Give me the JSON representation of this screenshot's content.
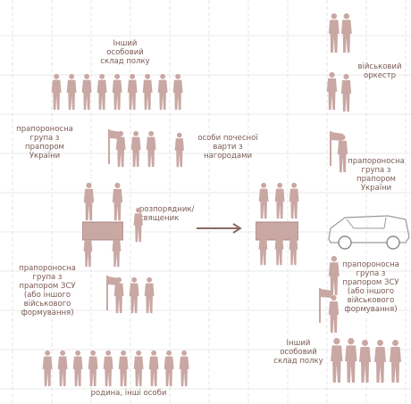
{
  "palette": {
    "figure": "#c9a7a3",
    "grid": "#d3d3d3",
    "text": "#7a5a55",
    "arrow": "#8a6a65"
  },
  "labels": {
    "personnel_top": "Інший\nособовий\nсклад полку",
    "military_band": "військовий\nоркестр",
    "flag_group_ukraine_left": "прапороносна\nгрупа з\nпрапором\nУкраїни",
    "honor_guard": "особи почесної\nварти з\nнагородами",
    "flag_group_ukraine_right": "прапороносна\nгрупа з\nпрапором\nУкраїни",
    "chaplain": "розпорядник/\nсвященик",
    "flag_group_zsu_left": "прапороносна\nгрупа з\nпрапором ЗСУ\n(або іншого\nвійськового\nформування)",
    "flag_group_zsu_right": "прапороносна\nгрупа з\nпрапором ЗСУ\n(або іншого\nвійськового\nформування)",
    "personnel_bottom": "Інший\nособовий\nсклад полку",
    "relatives": "родина, інші особи"
  },
  "icons": {
    "person": "standing-person-icon",
    "flag": "flag-icon",
    "coffin": "coffin-icon",
    "hearse": "hearse-car-icon",
    "arrow": "arrow-right-icon"
  }
}
